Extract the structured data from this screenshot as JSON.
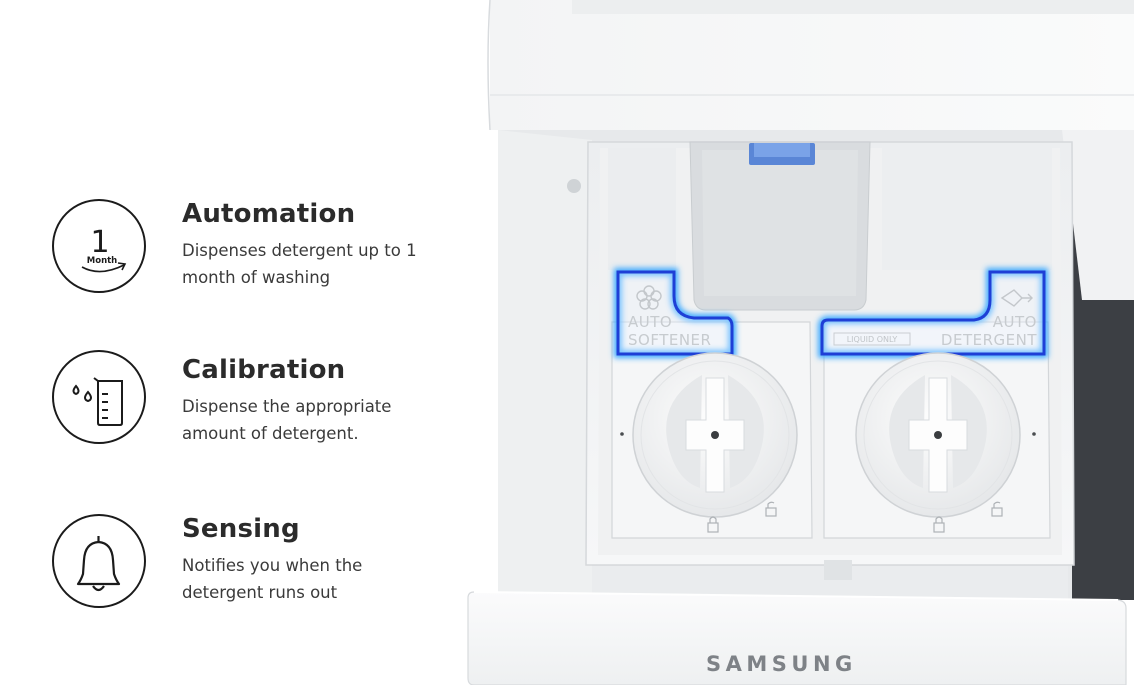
{
  "features": [
    {
      "icon": "one-month-icon",
      "icon_number": "1",
      "icon_caption": "Month",
      "title": "Automation",
      "description": "Dispenses detergent up to 1 month of washing"
    },
    {
      "icon": "measuring-cup-icon",
      "title": "Calibration",
      "description": "Dispense the appropriate amount of detergent."
    },
    {
      "icon": "bell-icon",
      "title": "Sensing",
      "description": "Notifies you when the detergent runs out"
    }
  ],
  "product": {
    "brand": "SAMSUNG",
    "softener_label_top": "AUTO",
    "softener_label_bottom": "SOFTENER",
    "detergent_label_top": "AUTO",
    "detergent_label_bottom": "DETERGENT",
    "liquid_only": "LIQUID ONLY"
  },
  "colors": {
    "highlight": "#2f7bff",
    "icon_stroke": "#1b1b1b",
    "text": "#2b2b2b"
  }
}
